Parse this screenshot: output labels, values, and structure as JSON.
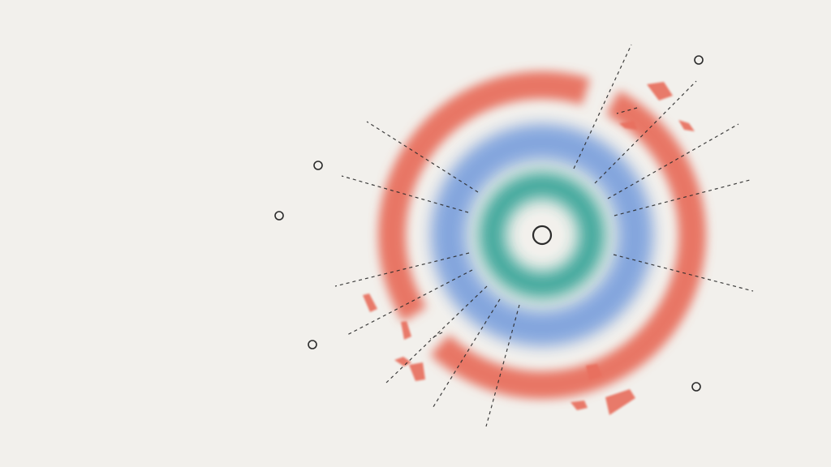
{
  "colors": {
    "background": "#f2f0ec",
    "outer_ring": "#e8705e",
    "middle_ring": "#7fa3dd",
    "inner_ring": "#34a396",
    "line": "#2b2b2b",
    "marker_fill": "#f2f0ec"
  },
  "rings": [
    {
      "name": "outer-ring",
      "color_key": "outer_ring",
      "intact": false
    },
    {
      "name": "middle-ring",
      "color_key": "middle_ring",
      "intact": true
    },
    {
      "name": "inner-ring",
      "color_key": "inner_ring",
      "intact": true
    }
  ],
  "center_marker": {
    "name": "center-marker"
  },
  "dashed_rays": {
    "count": 14,
    "style": "dashed"
  },
  "fragments": {
    "count": 10
  },
  "satellite_markers": {
    "count": 6
  }
}
